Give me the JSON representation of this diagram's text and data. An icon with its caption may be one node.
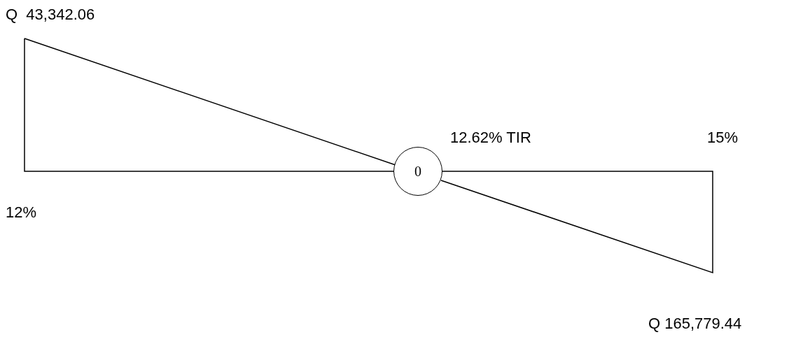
{
  "diagram": {
    "nodes": [
      {
        "text": [
          "0"
        ]
      }
    ],
    "labels": [
      "Q  43,342.06",
      "12.62% TIR",
      "15%",
      "12%",
      "Q 165,779.44"
    ]
  }
}
